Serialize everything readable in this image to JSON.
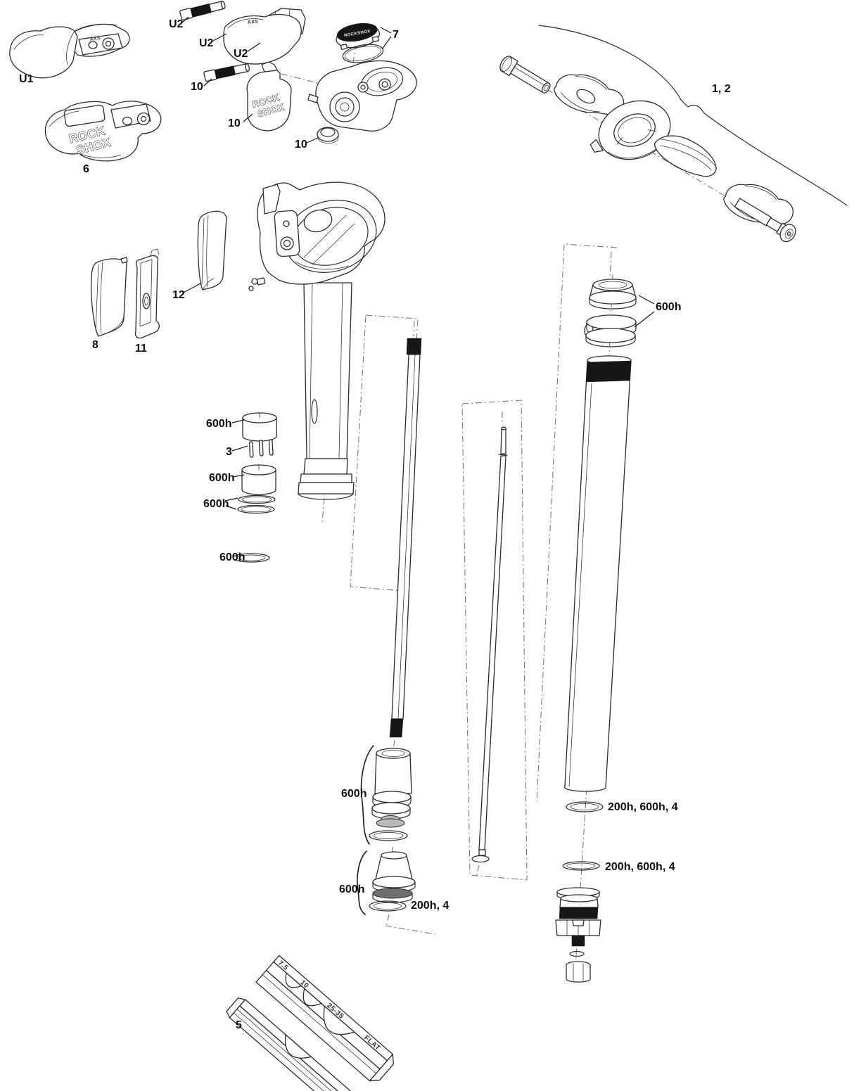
{
  "labels": {
    "u1": "U1",
    "u2": "U2",
    "n10": "10",
    "n6": "6",
    "n7": "7",
    "n1_2": "1, 2",
    "n12": "12",
    "n8": "8",
    "n11": "11",
    "n3": "3",
    "n5": "5",
    "h600": "600h",
    "h200_4": "200h, 4",
    "h200_600_4": "200h, 600h, 4"
  },
  "markings": {
    "rock": "ROCK",
    "shox": "SHOX",
    "axs": "AXS",
    "rockshox": "ROCKSHOX",
    "m75": "7.5",
    "m10": "10",
    "m2535": "25-35",
    "mflat": "FLAT"
  },
  "colors": {
    "line": "#2b2b2b",
    "dark": "#161616",
    "background": "#ffffff"
  }
}
